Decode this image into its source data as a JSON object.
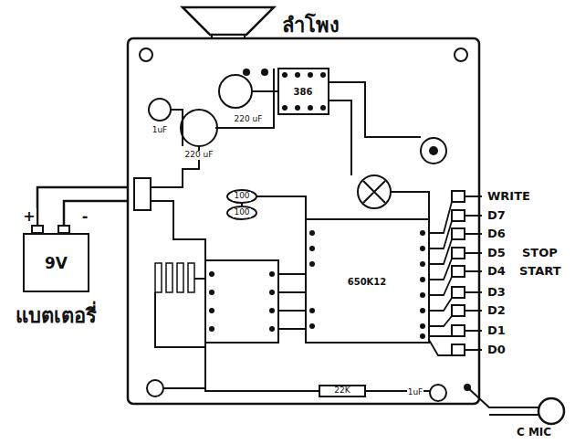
{
  "diagram": {
    "nodes": [
      {
        "text": [
          "9V",
          "แบตเตอรี่"
        ]
      }
    ],
    "labels": [
      "ลำโพง",
      "+",
      "-",
      "WRITE",
      "D7",
      "D6",
      "D5",
      "STOP",
      "D4",
      "START",
      "D3",
      "D2",
      "D1",
      "D0",
      "C MIC",
      "220 uF",
      "220 uF",
      "1uF",
      "1uF",
      "100",
      "100",
      "386",
      "650K12",
      "22K"
    ]
  }
}
